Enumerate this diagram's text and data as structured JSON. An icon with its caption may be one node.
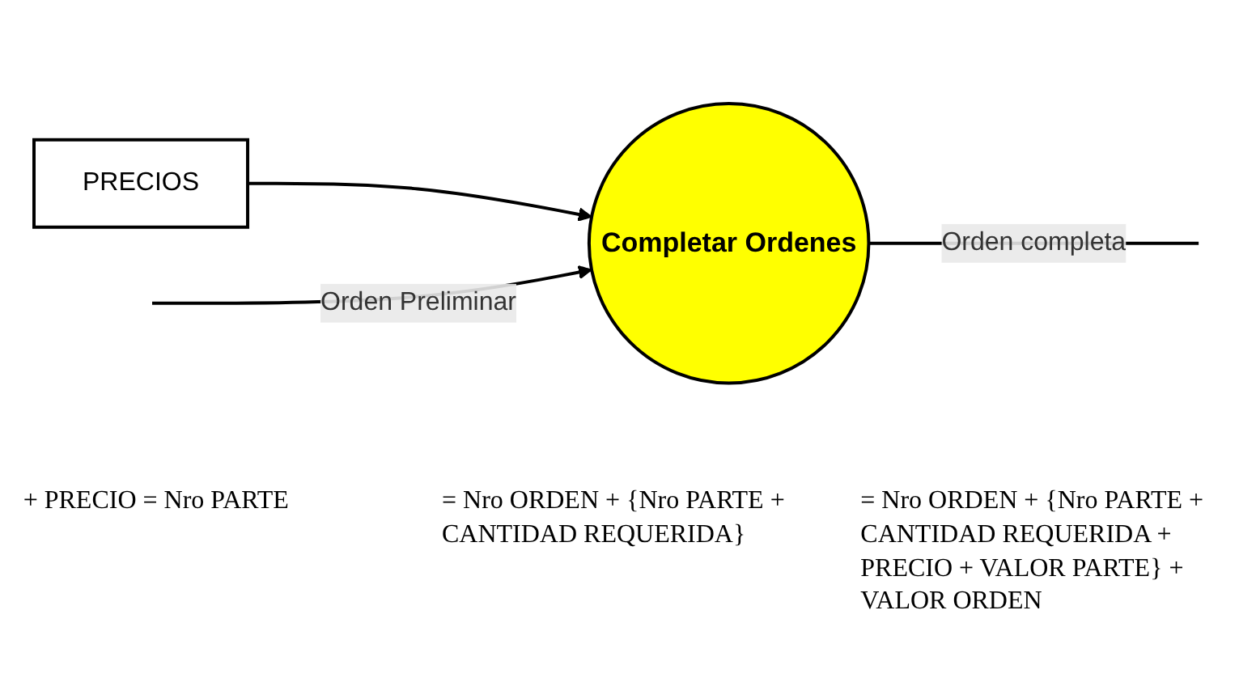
{
  "diagram": {
    "nodes": [
      {
        "text": [
          "PRECIOS"
        ]
      },
      {
        "text": [
          "Completar Ordenes"
        ]
      }
    ],
    "edges": [
      {
        "from": 0,
        "to": 1,
        "arrow": "to"
      },
      {
        "from": null,
        "to": 1,
        "arrow": "to",
        "label": "Orden Preliminar"
      },
      {
        "from": 1,
        "to": null,
        "arrow": "none",
        "label": "Orden completa"
      }
    ],
    "labels": [
      "+ PRECIO = Nro PARTE",
      "= Nro ORDEN + {Nro PARTE + CANTIDAD REQUERIDA}",
      "= Nro ORDEN + {Nro PARTE + CANTIDAD REQUERIDA + PRECIO + VALOR PARTE} + VALOR ORDEN"
    ]
  }
}
